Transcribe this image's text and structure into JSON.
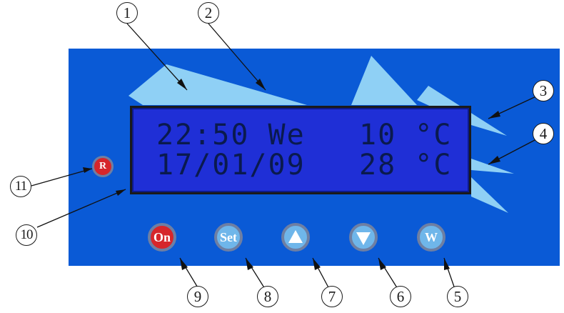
{
  "display": {
    "line1_left": "22:50 We",
    "line1_right": "10 °C",
    "line2_left": "17/01/09",
    "line2_right": "28 °C"
  },
  "buttons": {
    "on": "On",
    "set": "Set",
    "up_icon": "up-arrow-icon",
    "down_icon": "down-arrow-icon",
    "w": "W",
    "reset": "R"
  },
  "callouts": {
    "c1": "1",
    "c2": "2",
    "c3": "3",
    "c4": "4",
    "c5": "5",
    "c6": "6",
    "c7": "7",
    "c8": "8",
    "c9": "9",
    "c10": "10",
    "c11": "11"
  },
  "colors": {
    "panel": "#0a5ad6",
    "lcd_background": "#1f2fd6",
    "lcd_text": "#0a1a4e",
    "button_red": "#d6262b",
    "button_blue": "#6fb6ea",
    "shard": "#8fd0f5"
  }
}
